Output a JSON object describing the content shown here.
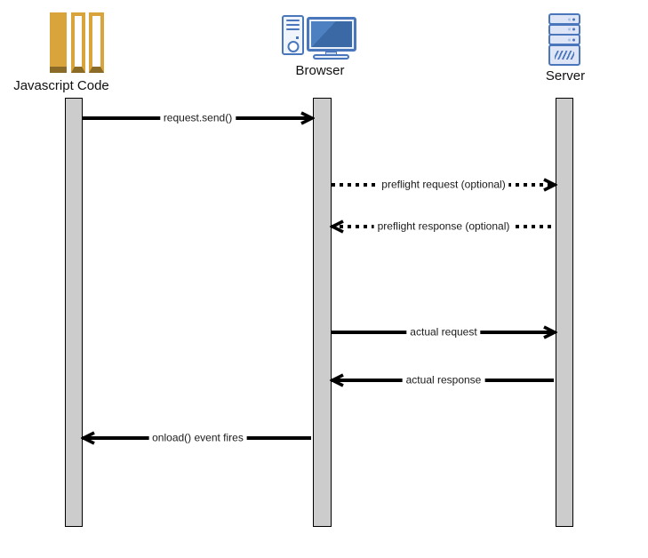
{
  "diagram": {
    "type": "sequence-diagram",
    "actors": [
      {
        "id": "javascript-code",
        "label": "Javascript Code",
        "icon": "code-bars-icon"
      },
      {
        "id": "browser",
        "label": "Browser",
        "icon": "desktop-computer-icon"
      },
      {
        "id": "server",
        "label": "Server",
        "icon": "server-rack-icon"
      }
    ],
    "messages": [
      {
        "label": "request.send()",
        "from": "javascript-code",
        "to": "browser",
        "line": "solid",
        "direction": "right"
      },
      {
        "label": "preflight request (optional)",
        "from": "browser",
        "to": "server",
        "line": "dotted",
        "direction": "right"
      },
      {
        "label": "preflight response (optional)",
        "from": "server",
        "to": "browser",
        "line": "dotted",
        "direction": "left"
      },
      {
        "label": "actual request",
        "from": "browser",
        "to": "server",
        "line": "solid",
        "direction": "right"
      },
      {
        "label": "actual response",
        "from": "server",
        "to": "browser",
        "line": "solid",
        "direction": "left"
      },
      {
        "label": "onload() event fires",
        "from": "browser",
        "to": "javascript-code",
        "line": "solid",
        "direction": "left"
      }
    ],
    "colors": {
      "background": "#ffffff",
      "lifeline_fill": "#cccccc",
      "lifeline_border": "#000000",
      "arrow": "#000000",
      "text": "#1a1a1a",
      "js_icon_gold": "#d9a43b",
      "js_icon_dark": "#8a6b28",
      "computer_blue": "#4a77bc",
      "computer_light_fill": "#e9eff8",
      "screen_blue": "#3b69a6",
      "server_fill": "#dde5f6"
    }
  }
}
